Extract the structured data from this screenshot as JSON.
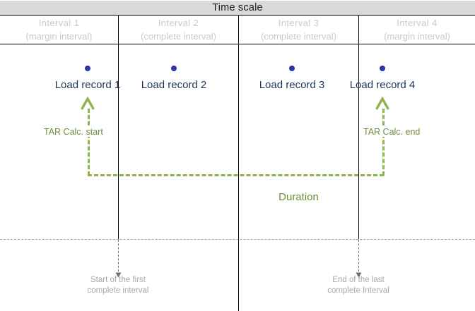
{
  "diagram": {
    "title": "Time scale",
    "title_band_color": "#d9d9d9",
    "accent_green": "#8fb34e",
    "label_green": "#6f8c3c",
    "record_blue": "#2b35a8",
    "record_text_color": "#1d3557",
    "header_text_color": "#c9c9c9",
    "note_text_color": "#a8a8a8"
  },
  "intervals": [
    {
      "name": "Interval  1",
      "kind": "(margin interval)"
    },
    {
      "name": "Interval  2",
      "kind": "(complete interval)"
    },
    {
      "name": "Interval  3",
      "kind": "(complete interval)"
    },
    {
      "name": "Interval  4",
      "kind": "(margin interval)"
    }
  ],
  "records": [
    {
      "label": "Load record 1"
    },
    {
      "label": "Load record 2"
    },
    {
      "label": "Load record 3"
    },
    {
      "label": "Load record 4"
    }
  ],
  "annotations": {
    "tar_start": "TAR Calc. start",
    "tar_end": "TAR Calc. end",
    "duration": "Duration"
  },
  "bottom_notes": [
    {
      "line1": "Start of the first",
      "line2": "complete interval"
    },
    {
      "line1": "End of the last",
      "line2": "complete Interval"
    }
  ]
}
